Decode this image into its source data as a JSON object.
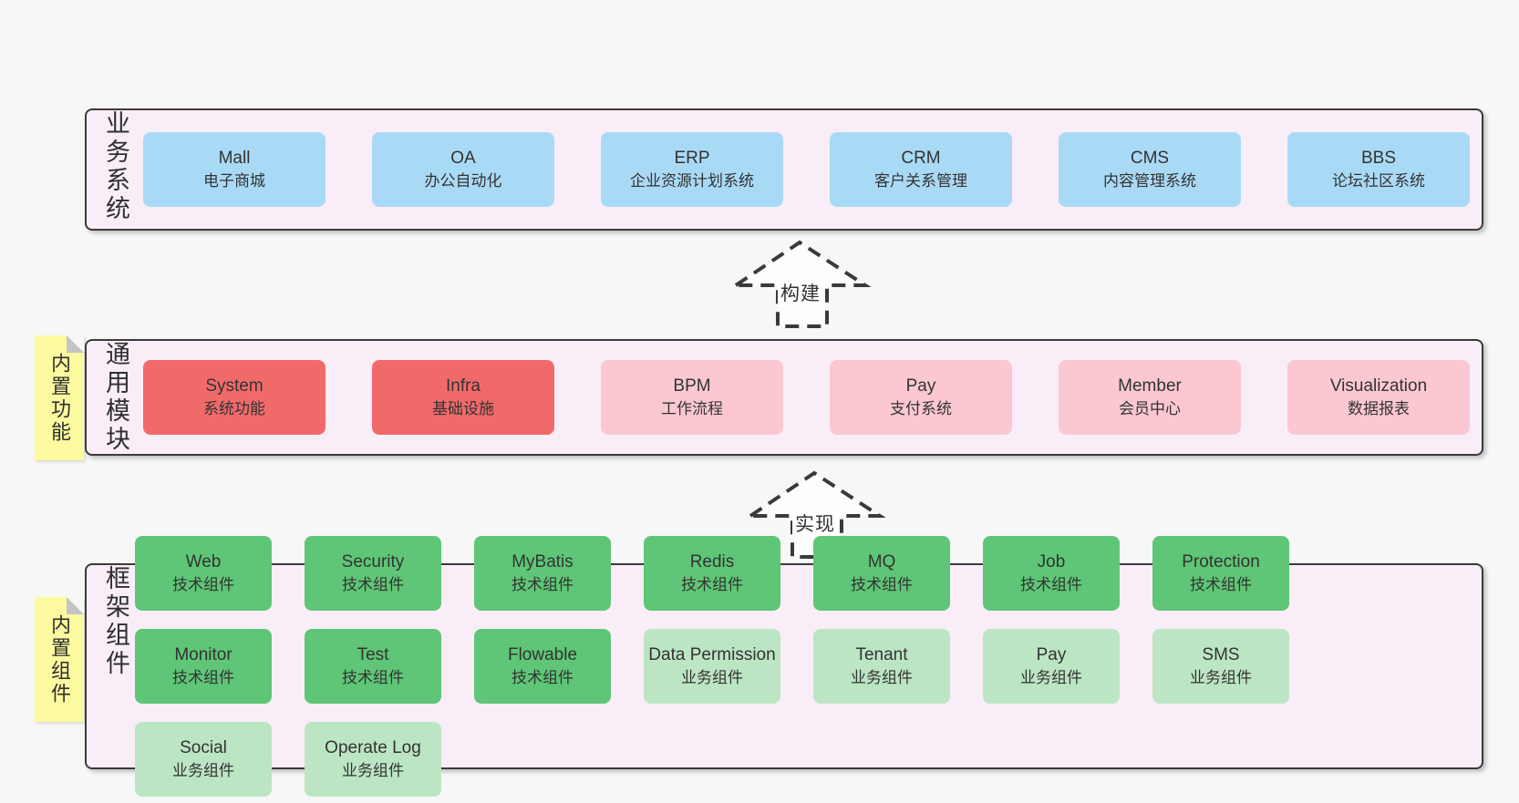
{
  "colors": {
    "page_bg": "#f7f7f7",
    "band_bg": "#f9eef8",
    "band_border": "#3b3b3b",
    "node_blue": "#a9daf5",
    "node_red": "#f16a6a",
    "node_pink": "#fbc8d1",
    "node_green_dark": "#5ec676",
    "node_green_light": "#bce5c4",
    "sticky_yellow": "#fcfa9f",
    "text": "#333333"
  },
  "bands": [
    {
      "label": "业务系统",
      "boxes": [
        {
          "name": "Mall",
          "sub": "电子商城"
        },
        {
          "name": "OA",
          "sub": "办公自动化"
        },
        {
          "name": "ERP",
          "sub": "企业资源计划系统"
        },
        {
          "name": "CRM",
          "sub": "客户关系管理"
        },
        {
          "name": "CMS",
          "sub": "内容管理系统"
        },
        {
          "name": "BBS",
          "sub": "论坛社区系统"
        }
      ]
    },
    {
      "label": "通用模块",
      "boxes": [
        {
          "name": "System",
          "sub": "系统功能"
        },
        {
          "name": "Infra",
          "sub": "基础设施"
        },
        {
          "name": "BPM",
          "sub": "工作流程"
        },
        {
          "name": "Pay",
          "sub": "支付系统"
        },
        {
          "name": "Member",
          "sub": "会员中心"
        },
        {
          "name": "Visualization",
          "sub": "数据报表"
        }
      ]
    },
    {
      "label": "框架组件",
      "boxes": [
        {
          "name": "Web",
          "sub": "技术组件"
        },
        {
          "name": "Security",
          "sub": "技术组件"
        },
        {
          "name": "MyBatis",
          "sub": "技术组件"
        },
        {
          "name": "Redis",
          "sub": "技术组件"
        },
        {
          "name": "MQ",
          "sub": "技术组件"
        },
        {
          "name": "Job",
          "sub": "技术组件"
        },
        {
          "name": "Protection",
          "sub": "技术组件"
        },
        {
          "name": "Monitor",
          "sub": "技术组件"
        },
        {
          "name": "Test",
          "sub": "技术组件"
        },
        {
          "name": "Flowable",
          "sub": "技术组件"
        },
        {
          "name": "Data Permission",
          "sub": "业务组件"
        },
        {
          "name": "Tenant",
          "sub": "业务组件"
        },
        {
          "name": "Pay",
          "sub": "业务组件"
        },
        {
          "name": "SMS",
          "sub": "业务组件"
        },
        {
          "name": "Social",
          "sub": "业务组件"
        },
        {
          "name": "Operate Log",
          "sub": "业务组件"
        }
      ]
    }
  ],
  "stickies": [
    {
      "label": "内置功能"
    },
    {
      "label": "内置组件"
    }
  ],
  "arrows": [
    {
      "label": "构建"
    },
    {
      "label": "实现"
    }
  ]
}
